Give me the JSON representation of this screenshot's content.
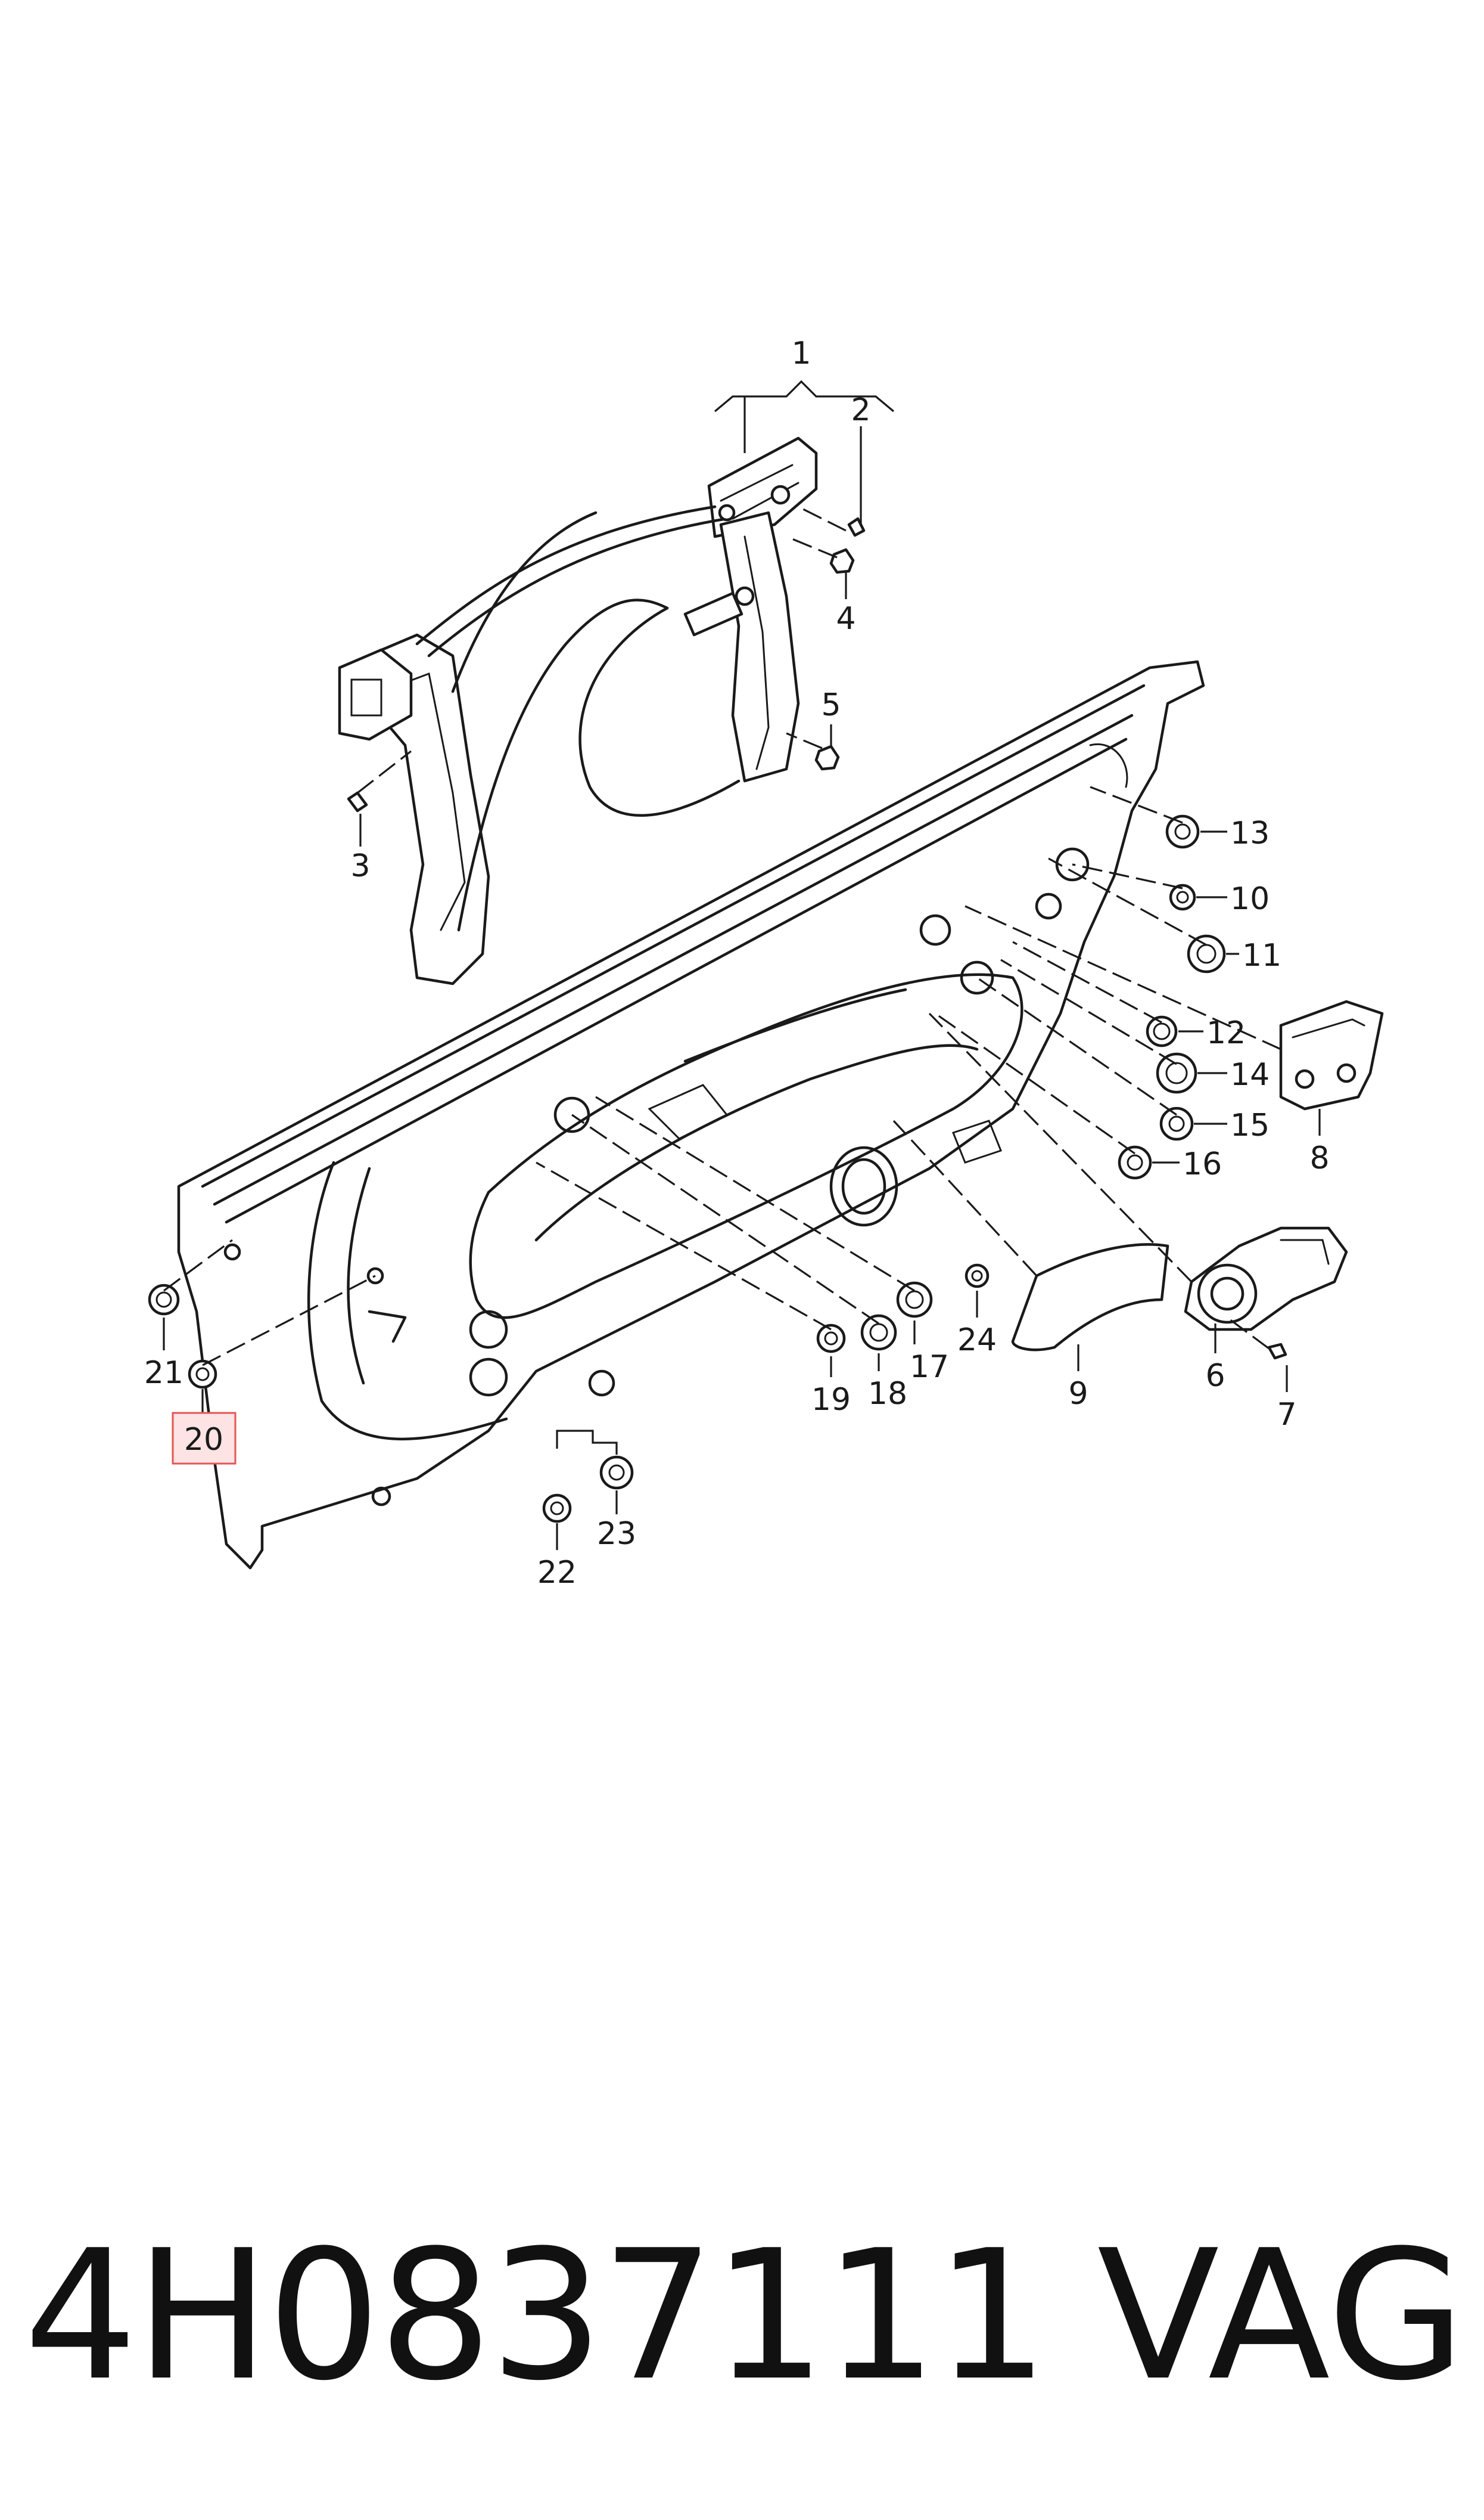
{
  "callouts": {
    "c1": "1",
    "c2": "2",
    "c3": "3",
    "c4": "4",
    "c5": "5",
    "c6": "6",
    "c7": "7",
    "c8": "8",
    "c9": "9",
    "c10": "10",
    "c11": "11",
    "c12": "12",
    "c13": "13",
    "c14": "14",
    "c15": "15",
    "c16": "16",
    "c17": "17",
    "c18": "18",
    "c19": "19",
    "c20": "20",
    "c21": "21",
    "c22": "22",
    "c23": "23",
    "c24": "24"
  },
  "highlighted_callout": "20",
  "highlight_color": "#fde3e3",
  "highlight_border_color": "#e35656",
  "footer": {
    "part_number": "4H0837111",
    "brand": "VAG"
  }
}
